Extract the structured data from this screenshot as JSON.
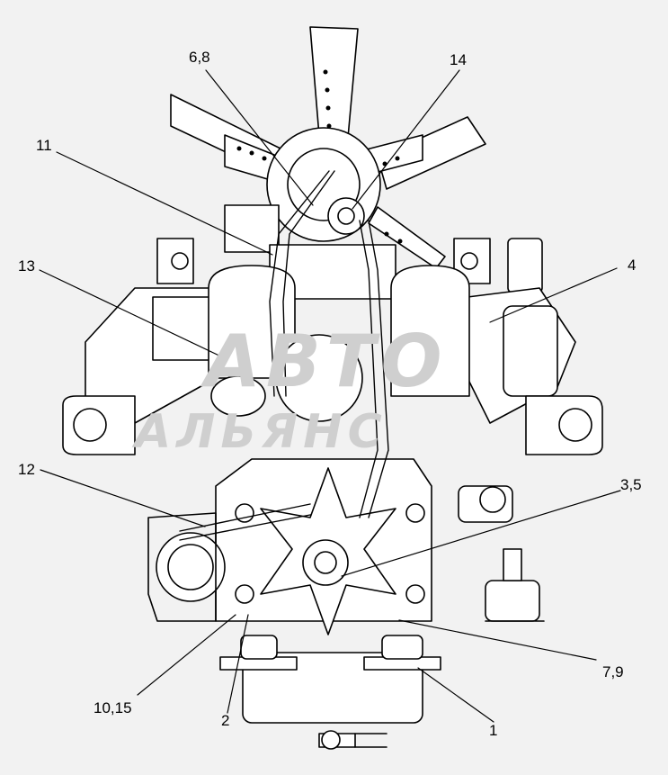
{
  "callouts": {
    "c68": "6,8",
    "c14": "14",
    "c11": "11",
    "c13": "13",
    "c4": "4",
    "c12": "12",
    "c35": "3,5",
    "c1015": "10,15",
    "c2": "2",
    "c1": "1",
    "c79": "7,9"
  },
  "watermark": {
    "line1": "АВТО",
    "line2": "АЛЬЯНС"
  },
  "colors": {
    "background": "#f2f2f2",
    "ink": "#000000",
    "watermark": "#cfcfcf"
  }
}
